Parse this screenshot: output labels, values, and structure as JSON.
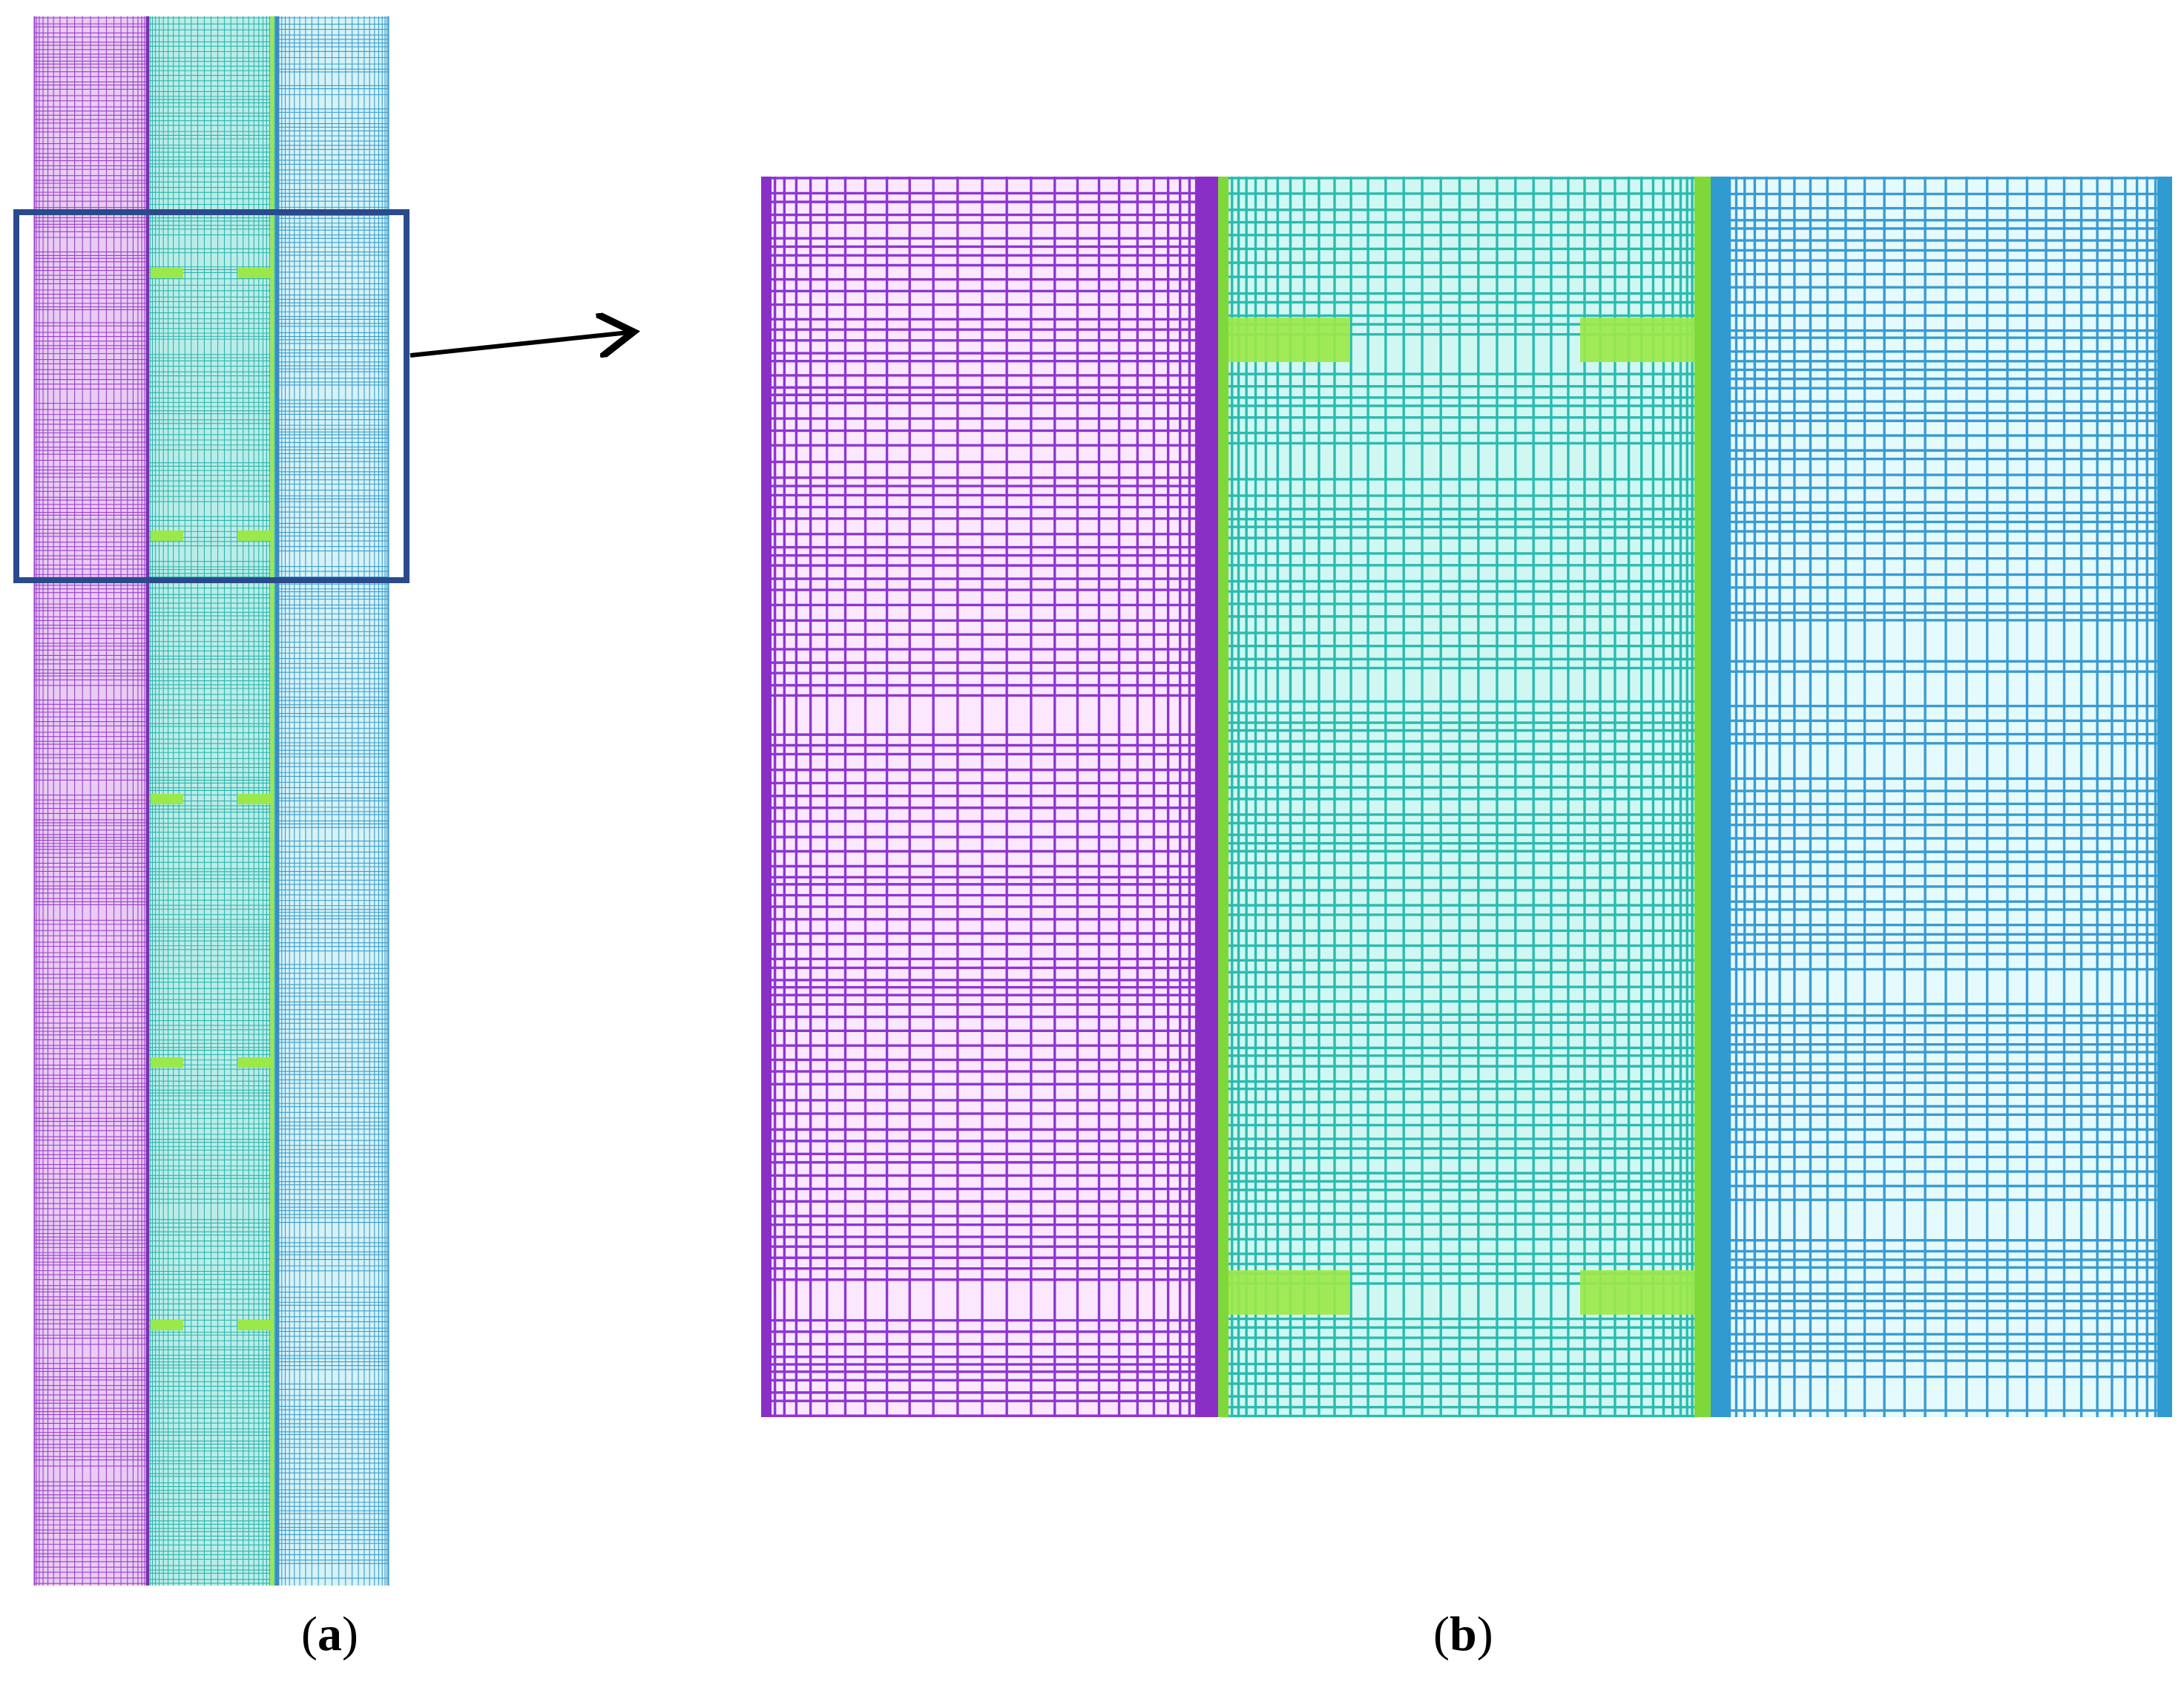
{
  "panels": [
    {
      "id": "a",
      "label": "a",
      "layers": [
        {
          "color": "#9a40c8",
          "fill": "#e8ccf3"
        },
        {
          "color": "#2bb5ad",
          "fill": "#bcece8"
        },
        {
          "color": "#3c9ccc",
          "fill": "#d6f2f6"
        }
      ],
      "coupler_rows": 5,
      "coupler_color": "#9be84a",
      "zoom_box_color": "#2a4a8c"
    },
    {
      "id": "b",
      "label": "b",
      "layers": [
        {
          "color": "#8f35d4",
          "fill": "#fbe8fe"
        },
        {
          "color": "#2bbbb0",
          "fill": "#d0f7f2"
        },
        {
          "color": "#3a9bd0",
          "fill": "#e4fafd"
        }
      ],
      "interface_colors": [
        "#8a2fc6",
        "#7fd83a",
        "#2f9bd1"
      ],
      "coupler_rows": 2,
      "coupler_color": "#9be84a"
    }
  ],
  "captions": {
    "a": {
      "open": "(",
      "label": "a",
      "close": ")"
    },
    "b": {
      "open": "(",
      "label": "b",
      "close": ")"
    }
  },
  "arrow_color": "#000000"
}
